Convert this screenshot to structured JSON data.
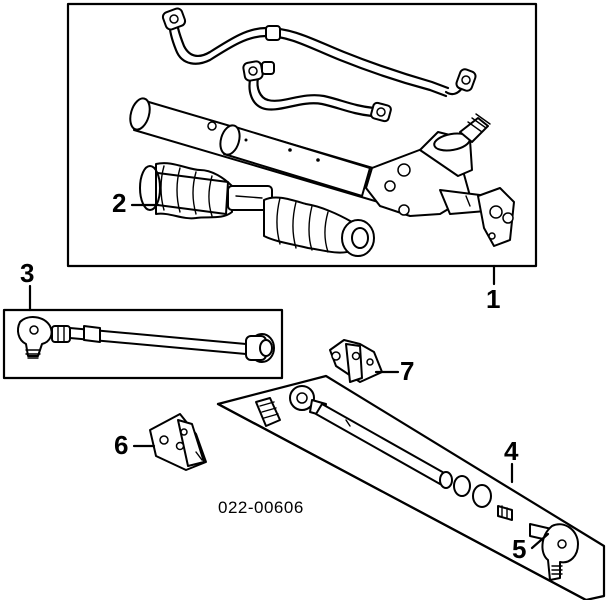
{
  "diagram": {
    "drawing_number": "022-00606",
    "callouts": {
      "c1": "1",
      "c2": "2",
      "c3": "3",
      "c4": "4",
      "c5": "5",
      "c6": "6",
      "c7": "7"
    }
  }
}
